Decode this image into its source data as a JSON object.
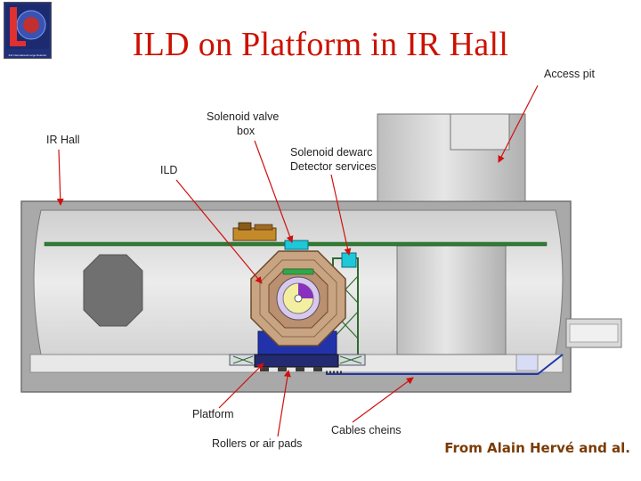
{
  "slide": {
    "title": "ILD on Platform in IR Hall",
    "credit": "From Alain Hervé and al."
  },
  "logo": {
    "letter": "LD",
    "caption": "ILD International Large Detector"
  },
  "labels": {
    "access_pit": "Access pit",
    "solenoid_valve_box_line1": "Solenoid valve",
    "solenoid_valve_box_line2": "box",
    "ir_hall": "IR Hall",
    "solenoid_dewar_line1": "Solenoid dewarc",
    "solenoid_dewar_line2": "Detector services",
    "ild": "ILD",
    "platform": "Platform",
    "cables_chains": "Cables cheins",
    "rollers_air_pads": "Rollers or air pads"
  },
  "colors": {
    "title": "#cc1100",
    "hall_wall": "#8f8f8f",
    "hall_fill": "#d7d7d7",
    "rail": "#2e7d32",
    "calorimeter": "#c8a482",
    "yoke_base": "#2233aa",
    "cable": "#2238aa",
    "arrow": "#d01010"
  }
}
